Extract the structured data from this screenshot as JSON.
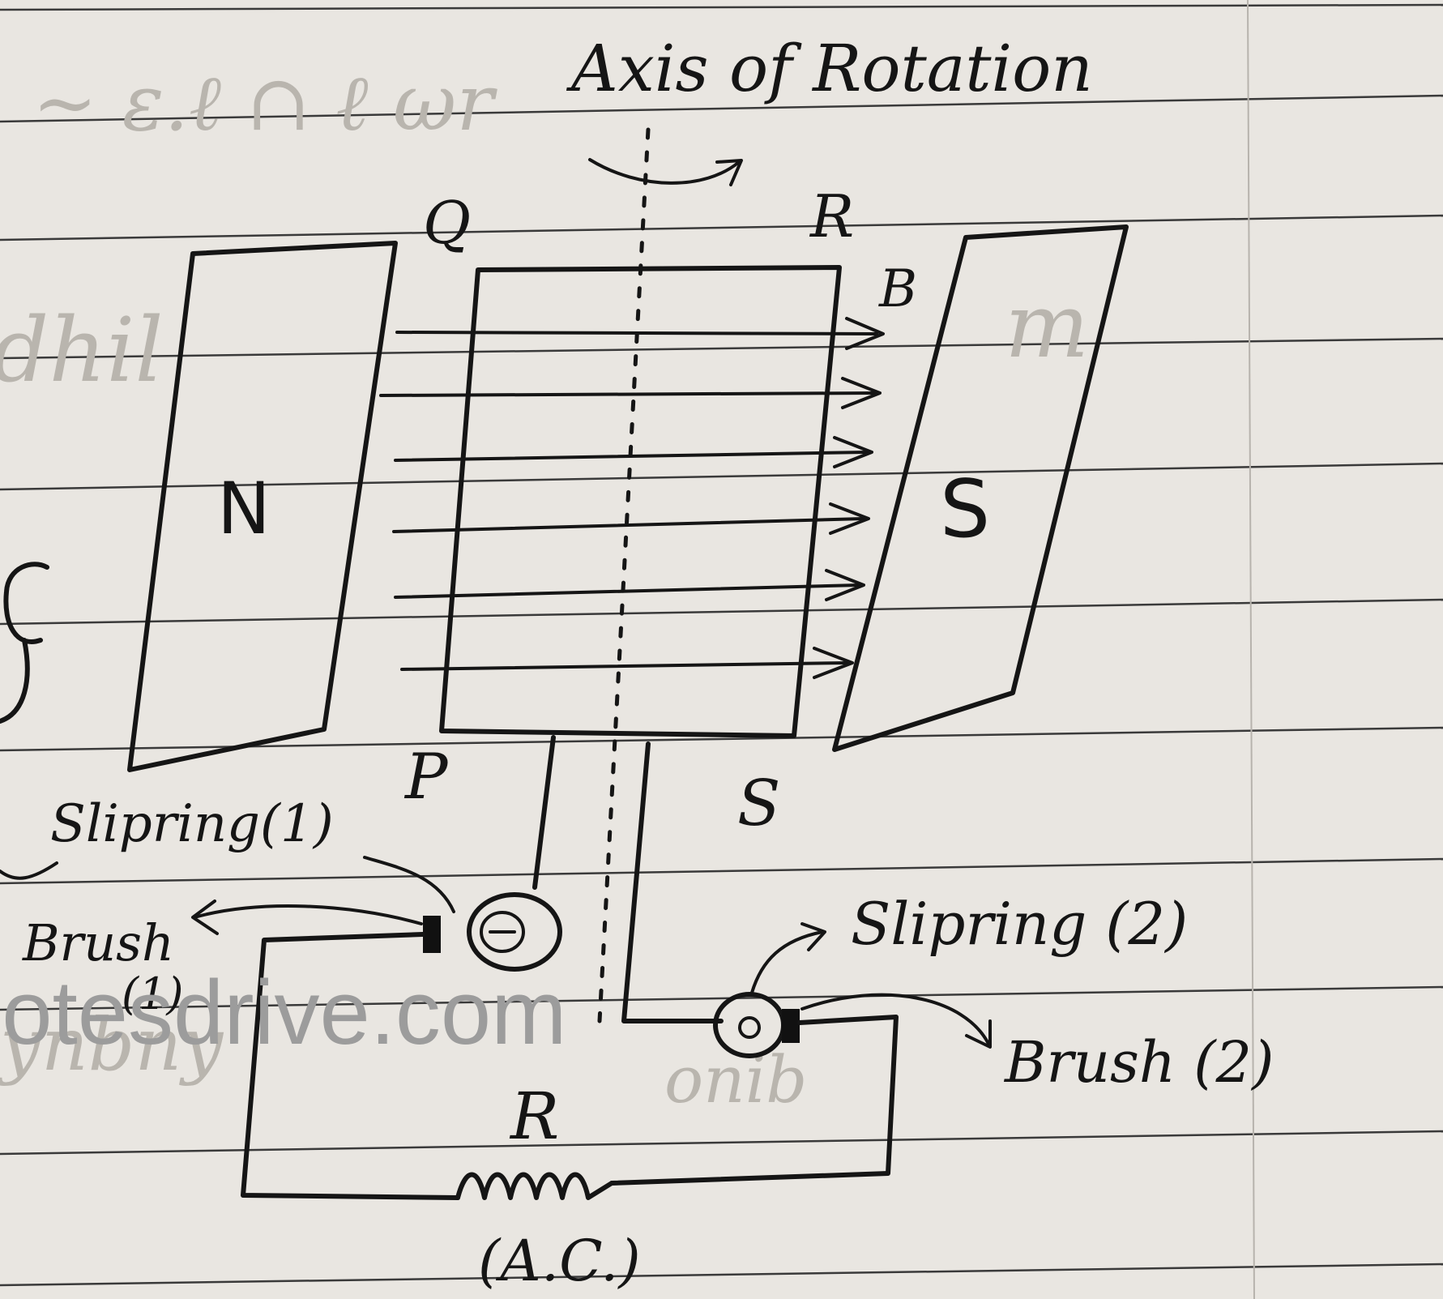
{
  "labels": {
    "axis_of_rotation": "Axis of Rotation",
    "corner_q": "Q",
    "corner_r": "R",
    "corner_p": "P",
    "corner_s": "S",
    "field": "B",
    "north_pole": "N",
    "south_pole": "S",
    "slip_ring_1": "Slipring(1)",
    "slip_ring_2": "Slipring (2)",
    "brush_1": "Brush",
    "brush_1_number": "(1)",
    "brush_2": "Brush (2)",
    "resistor": "R",
    "output": "(A.C.)"
  },
  "watermark": "notesdrive.com"
}
